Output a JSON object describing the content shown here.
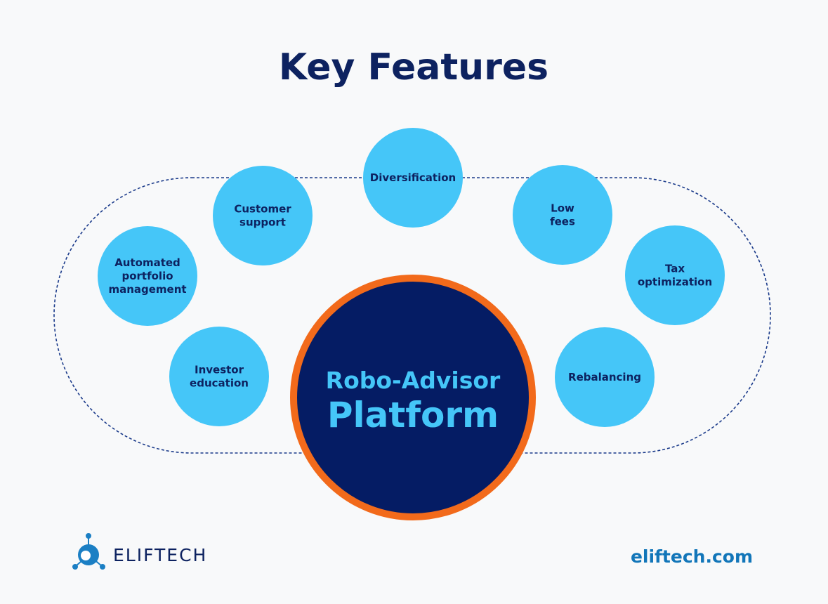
{
  "title": "Key Features",
  "center": {
    "line1": "Robo-Advisor",
    "line2": "Platform"
  },
  "features": [
    {
      "id": "diversification",
      "lines": [
        "Diversification"
      ]
    },
    {
      "id": "customer-support",
      "lines": [
        "Customer",
        "support"
      ]
    },
    {
      "id": "low-fees",
      "lines": [
        "Low",
        "fees"
      ]
    },
    {
      "id": "automated-portfolio-management",
      "lines": [
        "Automated",
        "portfolio",
        "management"
      ]
    },
    {
      "id": "tax-optimization",
      "lines": [
        "Tax",
        "optimization"
      ]
    },
    {
      "id": "investor-education",
      "lines": [
        "Investor",
        "education"
      ]
    },
    {
      "id": "rebalancing",
      "lines": [
        "Rebalancing"
      ]
    }
  ],
  "brand": {
    "logo_text": "ELIFTECH",
    "website": "eliftech.com"
  },
  "colors": {
    "background": "#f8f9fa",
    "navy": "#0d2260",
    "feature_fill": "#45c6f8",
    "center_fill": "#051c64",
    "center_ring": "#f26a1b",
    "dashed_outline": "#1a3a8a",
    "website_text": "#1276b9"
  }
}
